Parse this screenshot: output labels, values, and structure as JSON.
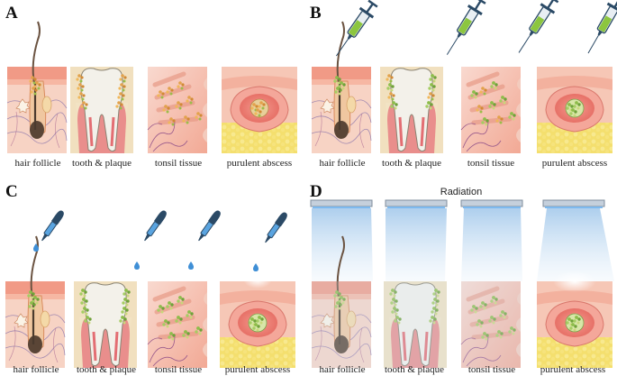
{
  "panels": [
    {
      "letter": "A",
      "captions": [
        "hair follicle",
        "tooth & plaque",
        "tonsil tissue",
        "purulent abscess"
      ],
      "treatment": "none"
    },
    {
      "letter": "B",
      "captions": [
        "hair follicle",
        "tooth & plaque",
        "tonsil tissue",
        "purulent abscess"
      ],
      "treatment": "syringe-injection"
    },
    {
      "letter": "C",
      "captions": [
        "hair follicle",
        "tooth & plaque",
        "tonsil tissue",
        "purulent abscess"
      ],
      "treatment": "dropper"
    },
    {
      "letter": "D",
      "title": "Radiation",
      "captions": [
        "hair follicle",
        "tooth & plaque",
        "tonsil tissue",
        "purulent abscess"
      ],
      "treatment": "radiation-lamp"
    }
  ],
  "icons": [
    "syringe-icon",
    "dropper-icon",
    "radiation-lamp-icon",
    "water-drop-icon"
  ],
  "colors": {
    "skin_top": "#f4a68e",
    "skin_mid": "#f6c1ae",
    "dermis": "#f7d4c6",
    "fat": "#f3e6a1",
    "bone_bg": "#f1e0bf",
    "tooth": "#f3f1ea",
    "gum": "#e58a8a",
    "plaque_green": "#8dbd4a",
    "plaque_orange": "#e2a24b",
    "abscess_yellow": "#f2d24a",
    "syringe_liquid": "#8cc63f",
    "dropper_blue": "#3f8fd6",
    "radiation_blue": "#b9d6f0",
    "lamp": "#b9c6d4"
  }
}
